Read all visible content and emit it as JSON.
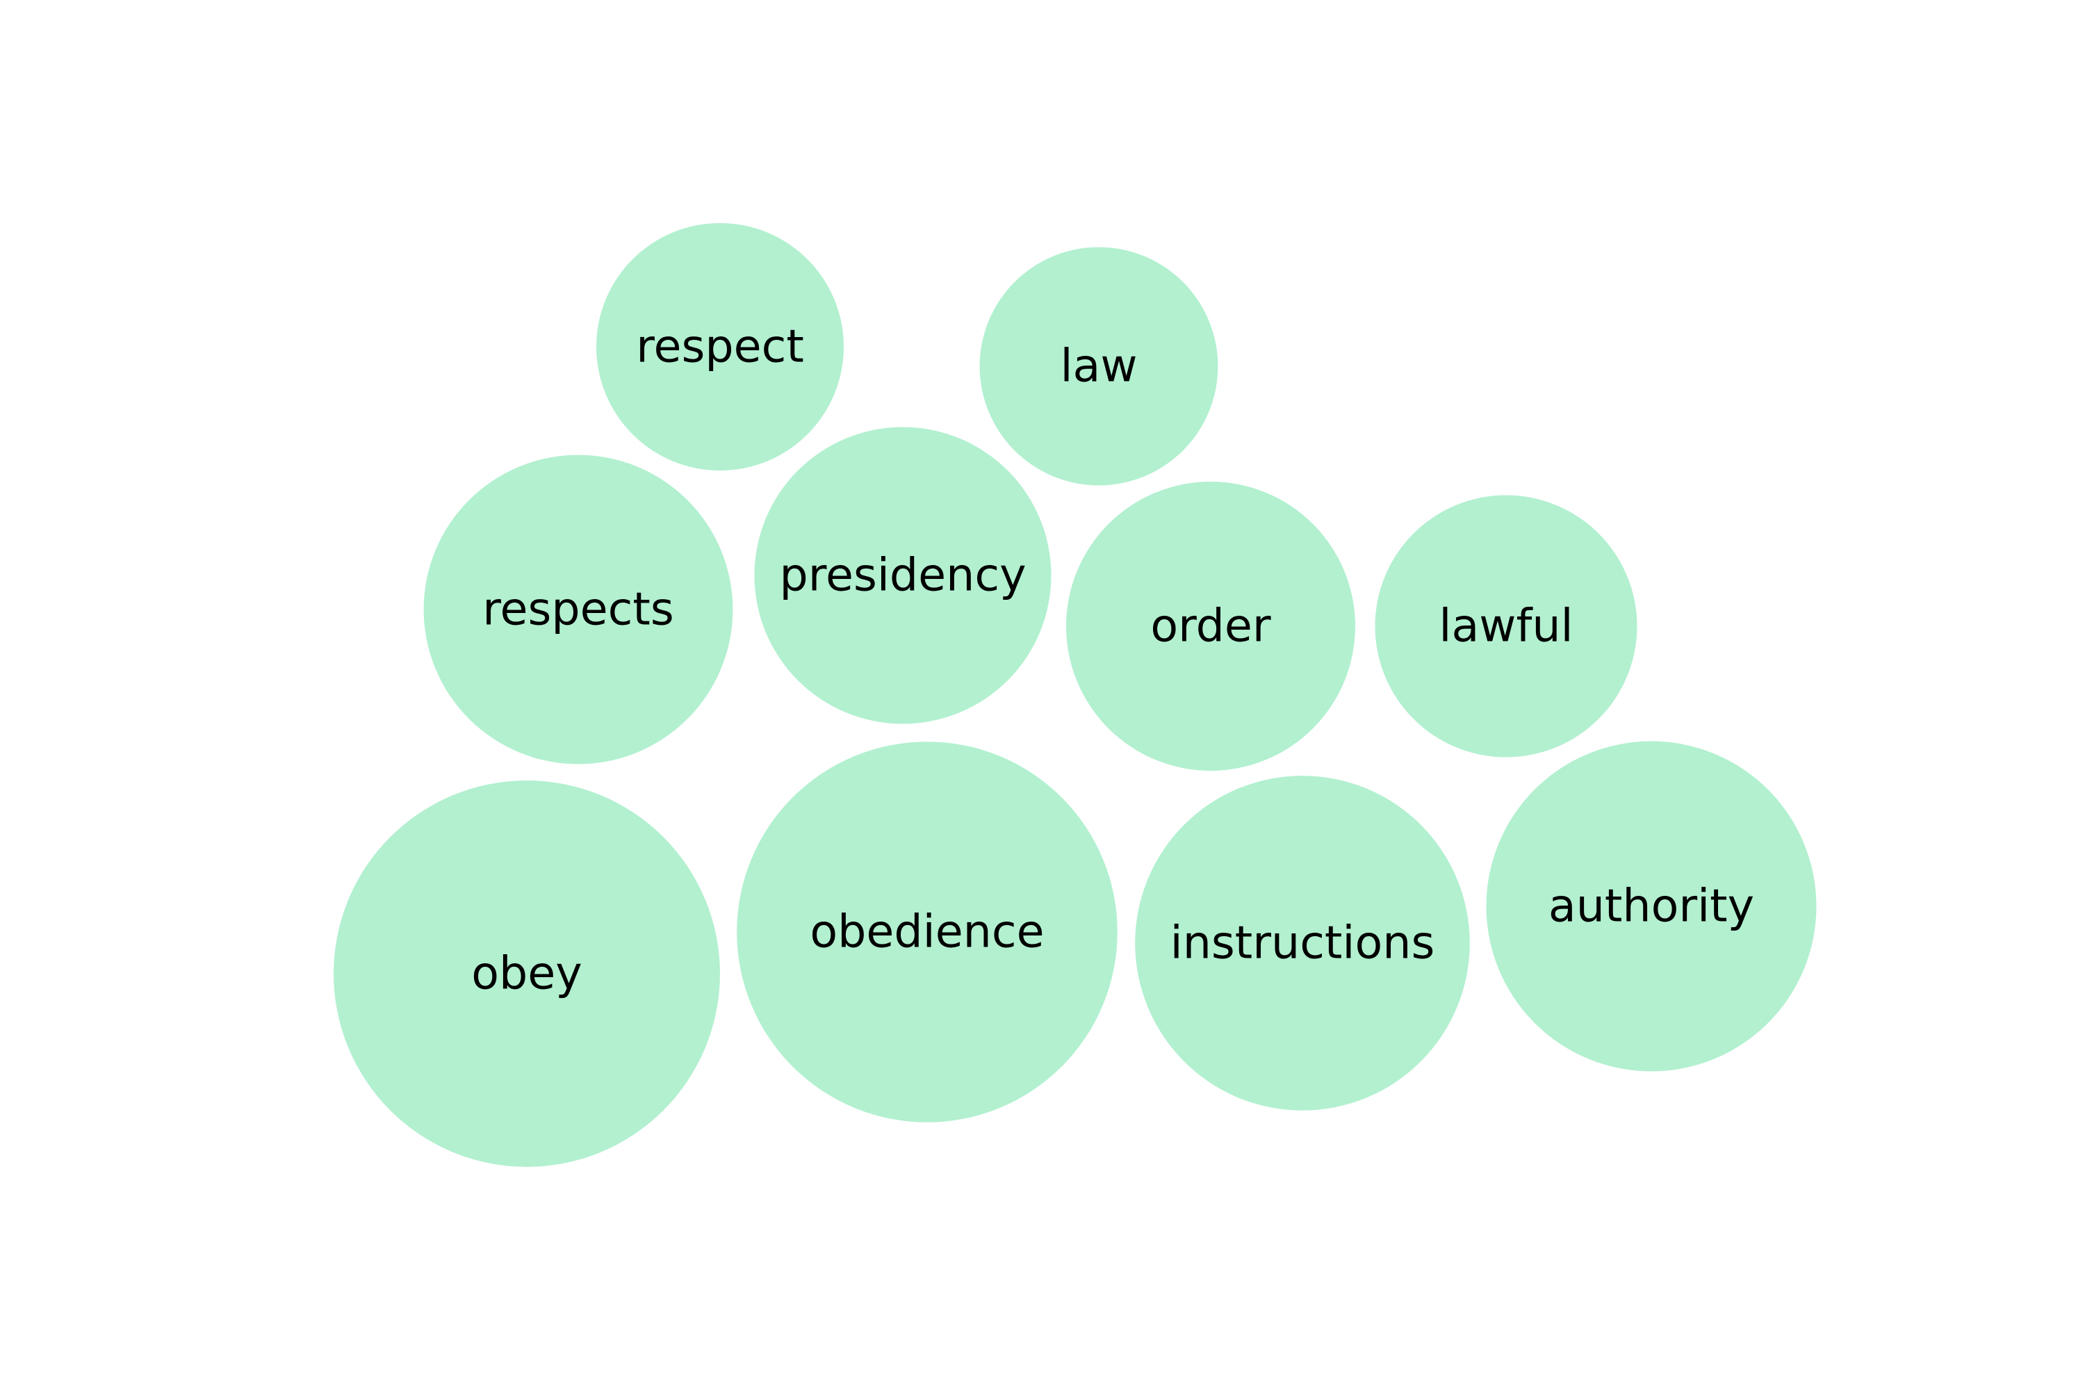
{
  "chart_data": {
    "type": "bubble",
    "title": "",
    "colors": {
      "bubble_fill": "#b2f0d0",
      "label": "#000000",
      "background": "#ffffff"
    },
    "bubbles": [
      {
        "label": "obey",
        "value": 100
      },
      {
        "label": "obedience",
        "value": 97
      },
      {
        "label": "instructions",
        "value": 75
      },
      {
        "label": "authority",
        "value": 73
      },
      {
        "label": "respects",
        "value": 64
      },
      {
        "label": "presidency",
        "value": 59
      },
      {
        "label": "order",
        "value": 56
      },
      {
        "label": "lawful",
        "value": 46
      },
      {
        "label": "respect",
        "value": 41
      },
      {
        "label": "law",
        "value": 38
      }
    ]
  }
}
